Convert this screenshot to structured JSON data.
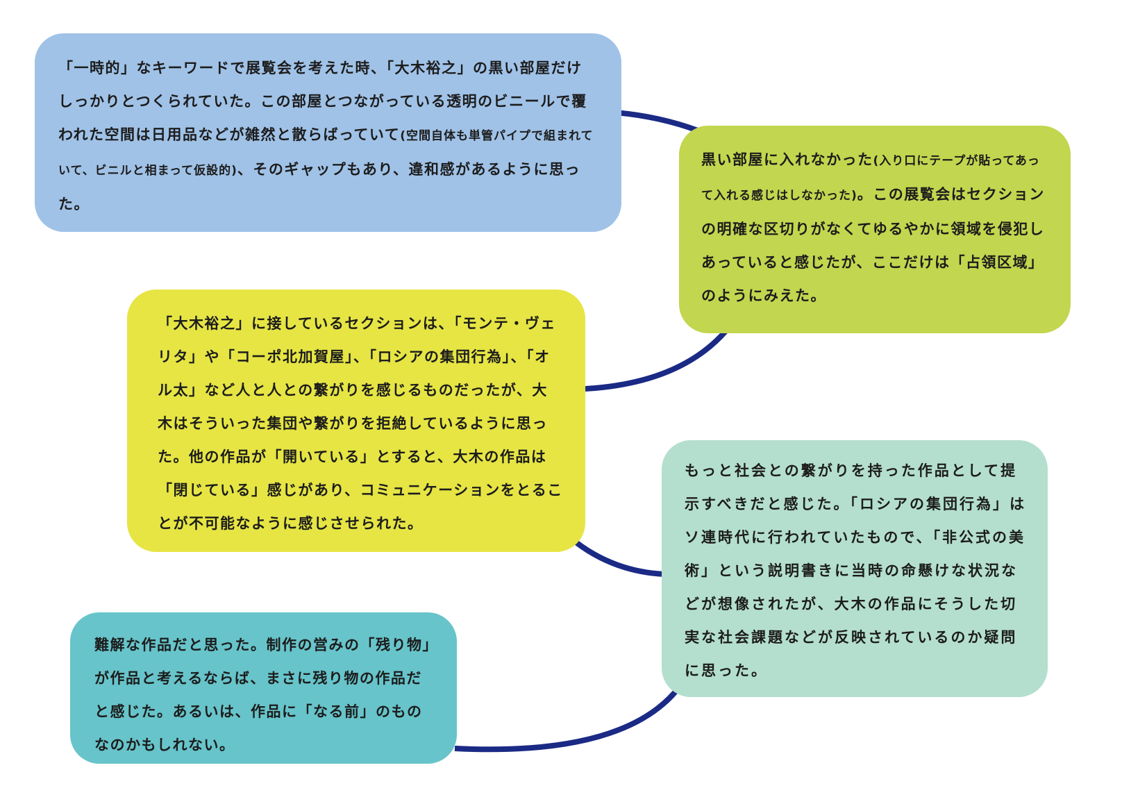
{
  "colors": {
    "connector": "#1a2a85",
    "bubble_blue": "#a0c2e7",
    "bubble_green": "#c3d64f",
    "bubble_yellow": "#e6e544",
    "bubble_mint": "#b4dfce",
    "bubble_teal": "#67c4ca",
    "text": "#1c1c1c"
  },
  "comments": [
    {
      "text": "「一時的」なキーワードで展覧会を考えた時、「大木裕之」の黒い部屋だけしっかりとつくられていた。この部屋とつながっている透明のビニールで覆われた空間は日用品などが雑然と散らばっていて",
      "note": "(空間自体も単管パイプで組まれていて、ビニルと相まって仮設的)",
      "text_after": "、そのギャップもあり、違和感があるように思った。"
    },
    {
      "text": "黒い部屋に入れなかった",
      "note": "(入り口にテープが貼ってあって入れる感じはしなかった)",
      "text_after": "。この展覧会はセクションの明確な区切りがなくてゆるやかに領域を侵犯しあっていると感じたが、ここだけは「占領区域」のようにみえた。"
    },
    {
      "text": "「大木裕之」に接しているセクションは、「モンテ・ヴェリタ」や「コーポ北加賀屋」、「ロシアの集団行為」、「オル太」など人と人との繋がりを感じるものだったが、大木はそういった集団や繋がりを拒絶しているように思った。他の作品が「開いている」とすると、大木の作品は「閉じている」感じがあり、コミュニケーションをとることが不可能なように感じさせられた。"
    },
    {
      "text": "もっと社会との繋がりを持った作品として提示すべきだと感じた。「ロシアの集団行為」はソ連時代に行われていたもので、「非公式の美術」という説明書きに当時の命懸けな状況などが想像されたが、大木の作品にそうした切実な社会課題などが反映されているのか疑問に思った。"
    },
    {
      "text": "難解な作品だと思った。制作の営みの「残り物」が作品と考えるならば、まさに残り物の作品だと感じた。あるいは、作品に「なる前」のものなのかもしれない。"
    }
  ]
}
